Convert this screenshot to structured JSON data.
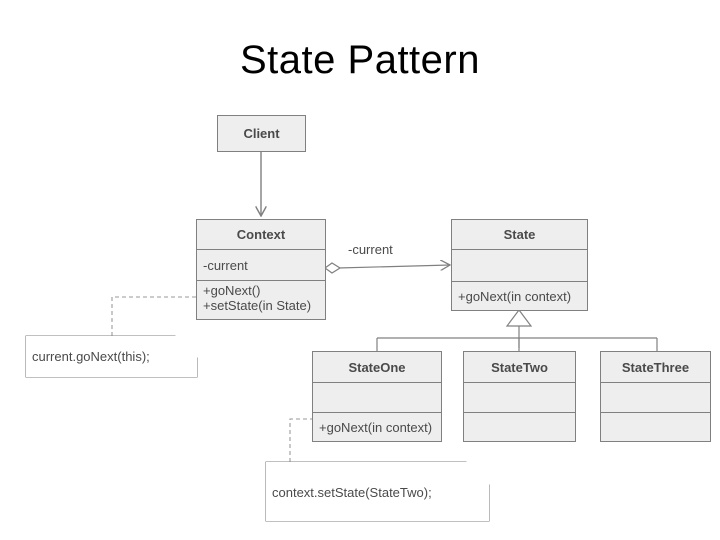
{
  "diagram": {
    "title": "State Pattern",
    "type": "uml-class-diagram",
    "colors": {
      "class_fill": "#eeeeee",
      "class_border": "#808080",
      "text": "#4a4a4a",
      "title_text": "#000000",
      "note_fill": "#ffffff",
      "connector": "#808080",
      "background": "#ffffff"
    },
    "classes": [
      {
        "id": "client",
        "name": "Client",
        "compartments": [
          "Client"
        ],
        "attributes": [],
        "operations": []
      },
      {
        "id": "context",
        "name": "Context",
        "compartments": [
          "Context",
          "-current",
          "+goNext()\n+setState(in State)"
        ],
        "attributes": [
          "-current"
        ],
        "operations": [
          "+goNext()",
          "+setState(in State)"
        ]
      },
      {
        "id": "state",
        "name": "State",
        "compartments": [
          "State",
          "",
          "+goNext(in context)"
        ],
        "attributes": [],
        "operations": [
          "+goNext(in context)"
        ]
      },
      {
        "id": "state-one",
        "name": "StateOne",
        "compartments": [
          "StateOne",
          "",
          "+goNext(in context)"
        ],
        "attributes": [],
        "operations": [
          "+goNext(in context)"
        ]
      },
      {
        "id": "state-two",
        "name": "StateTwo",
        "compartments": [
          "StateTwo",
          "",
          ""
        ],
        "attributes": [],
        "operations": []
      },
      {
        "id": "state-three",
        "name": "StateThree",
        "compartments": [
          "StateThree",
          "",
          ""
        ],
        "attributes": [],
        "operations": []
      }
    ],
    "relationships": [
      {
        "id": "client-to-context",
        "kind": "dependency-arrow",
        "from": "Client",
        "to": "Context",
        "label": ""
      },
      {
        "id": "context-to-state",
        "kind": "aggregation",
        "from": "Context",
        "to": "State",
        "label": "-current"
      },
      {
        "id": "stateone-inherits-state",
        "kind": "generalization",
        "from": "StateOne",
        "to": "State",
        "label": ""
      },
      {
        "id": "statetwo-inherits-state",
        "kind": "generalization",
        "from": "StateTwo",
        "to": "State",
        "label": ""
      },
      {
        "id": "statethree-inherits-state",
        "kind": "generalization",
        "from": "StateThree",
        "to": "State",
        "label": ""
      }
    ],
    "notes": [
      {
        "id": "note-current-gonext",
        "text": "current.goNext(this);",
        "anchored_to": "Context"
      },
      {
        "id": "note-context-setstate",
        "text": "context.setState(StateTwo);",
        "anchored_to": "StateOne"
      }
    ],
    "edge_labels": {
      "association_current": "-current"
    }
  }
}
